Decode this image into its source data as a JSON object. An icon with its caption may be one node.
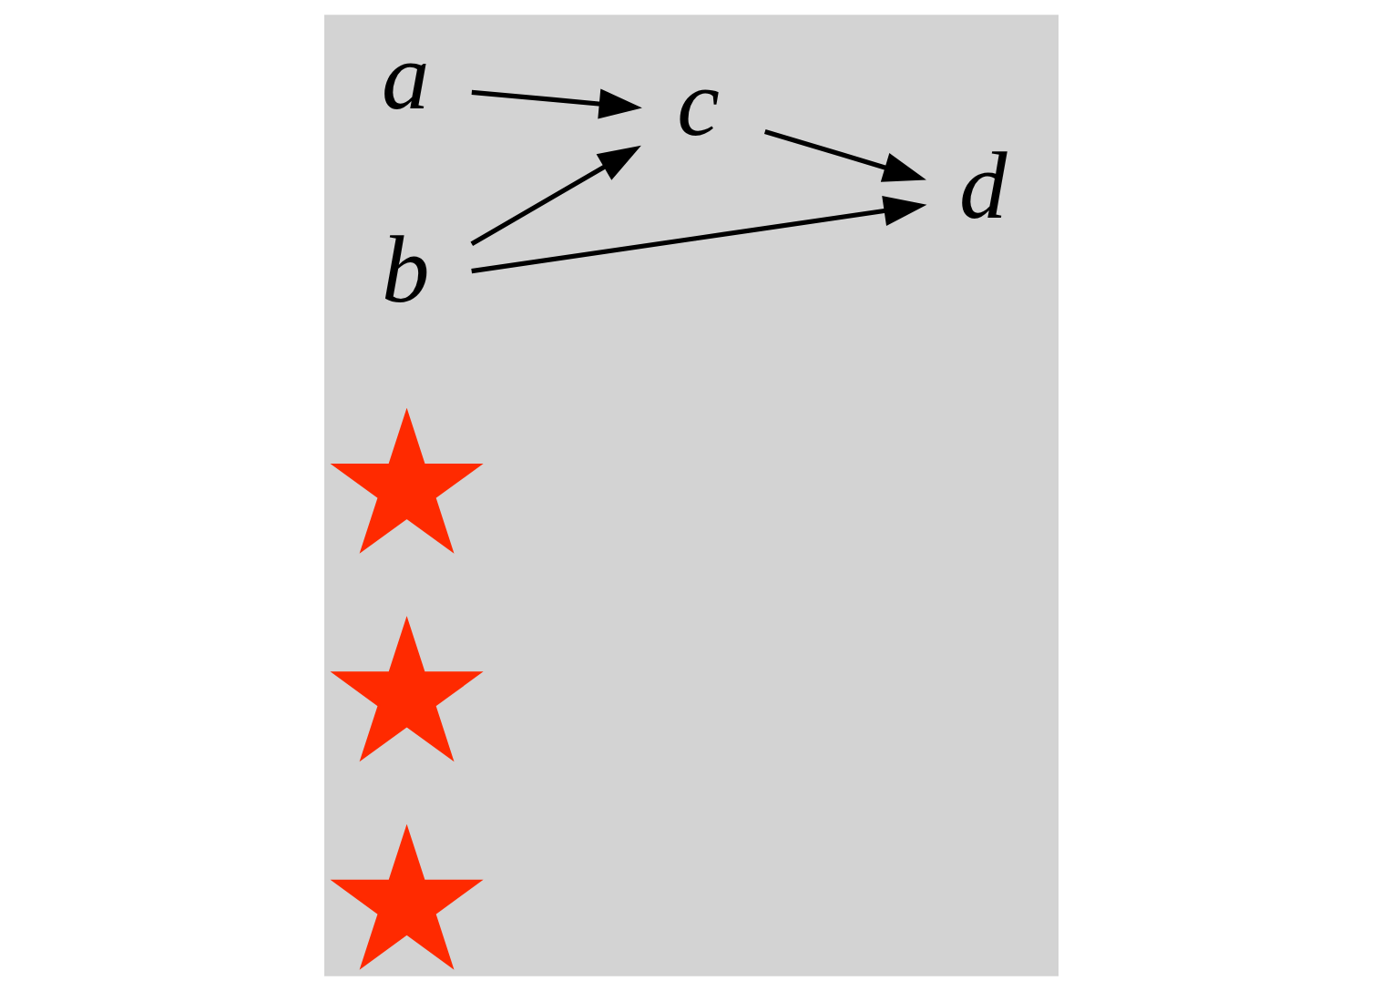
{
  "diagram": {
    "nodes": [
      {
        "text": [],
        "shape": "star"
      },
      {
        "text": [],
        "shape": "star"
      },
      {
        "text": [],
        "shape": "star"
      },
      {
        "text": [
          "b"
        ]
      },
      {
        "text": [
          "c"
        ]
      },
      {
        "text": [
          "d"
        ]
      },
      {
        "text": [
          "a"
        ]
      }
    ],
    "edges": [
      {
        "from": 3,
        "to": 5,
        "arrow": "to"
      },
      {
        "from": 3,
        "to": 4,
        "arrow": "to"
      },
      {
        "from": 4,
        "to": 5,
        "arrow": "to"
      },
      {
        "from": 6,
        "to": 4,
        "arrow": "to"
      }
    ]
  }
}
